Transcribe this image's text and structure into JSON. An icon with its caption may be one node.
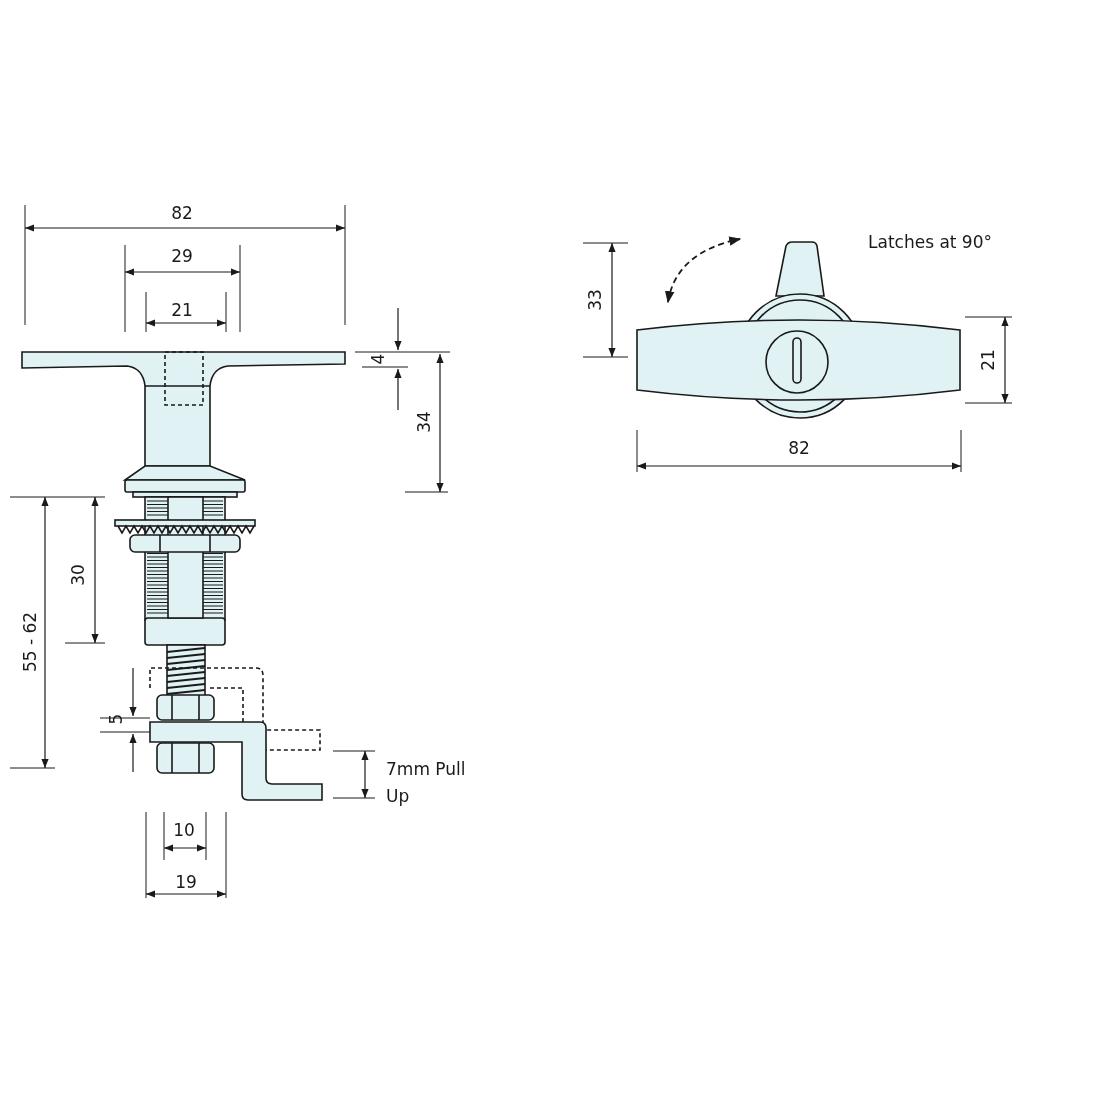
{
  "diagram": {
    "labels": [
      "82",
      "29",
      "21",
      "4",
      "34",
      "55 - 62",
      "30",
      "5",
      "7mm Pull Up",
      "10",
      "19",
      "Latches at 90°",
      "33",
      "21",
      "82"
    ]
  }
}
